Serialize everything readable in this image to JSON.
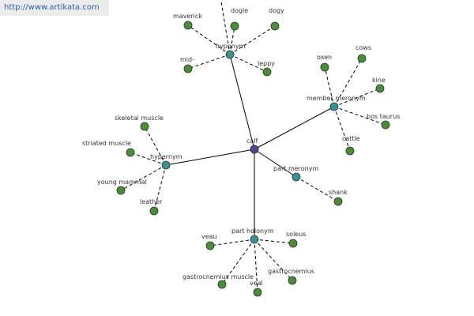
{
  "banner": {
    "url_text": "http://www.artikata.com"
  },
  "colors": {
    "root": "#4b4b8f",
    "relation": "#3f8f8f",
    "leaf": "#4c8a3c",
    "edge": "#000000"
  },
  "root": {
    "label": "calf"
  },
  "relations": [
    {
      "id": "hyponym",
      "label": "hyponym",
      "leaves": [
        "maverick",
        "dogie",
        "dogy",
        "mid-",
        "leppy",
        ""
      ]
    },
    {
      "id": "member-meronym",
      "label": "member meronym",
      "leaves": [
        "oxen",
        "cows",
        "kine",
        "bos taurus",
        "cattle"
      ]
    },
    {
      "id": "hypernym",
      "label": "hypernym",
      "leaves": [
        "skeletal muscle",
        "striated muscle",
        "young mammal",
        "leather"
      ]
    },
    {
      "id": "part-meronym",
      "label": "part meronym",
      "leaves": [
        "shank"
      ]
    },
    {
      "id": "part-holonym",
      "label": "part holonym",
      "leaves": [
        "veau",
        "soleus",
        "gastrocnemius muscle",
        "veal",
        "gastrocnemius"
      ]
    }
  ]
}
